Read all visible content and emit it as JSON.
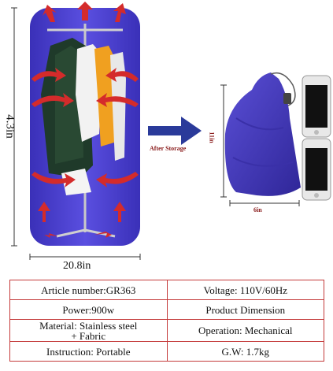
{
  "dimensions": {
    "height": "4.3in",
    "width": "20.8in",
    "bag_height": "11in",
    "bag_width": "6in"
  },
  "arrow_label": "After Storage",
  "colors": {
    "cover": "#4a3fd0",
    "arrow_red": "#d42b2b",
    "arrow_blue": "#2a3a9a",
    "bag": "#4b3fc0",
    "table_border": "#c43a3a"
  },
  "specs": {
    "rows": [
      {
        "left": "Article number:GR363",
        "right": "Voltage: 110V/60Hz"
      },
      {
        "left": "Power:900w",
        "right": "Product Dimension"
      },
      {
        "left": "Material: Stainless steel\n+ Fabric",
        "right": "Operation: Mechanical"
      },
      {
        "left": "Instruction: Portable",
        "right": "G.W: 1.7kg"
      }
    ]
  },
  "icons": [
    "clothes-dryer-image",
    "storage-bag-image",
    "phone-icon"
  ]
}
